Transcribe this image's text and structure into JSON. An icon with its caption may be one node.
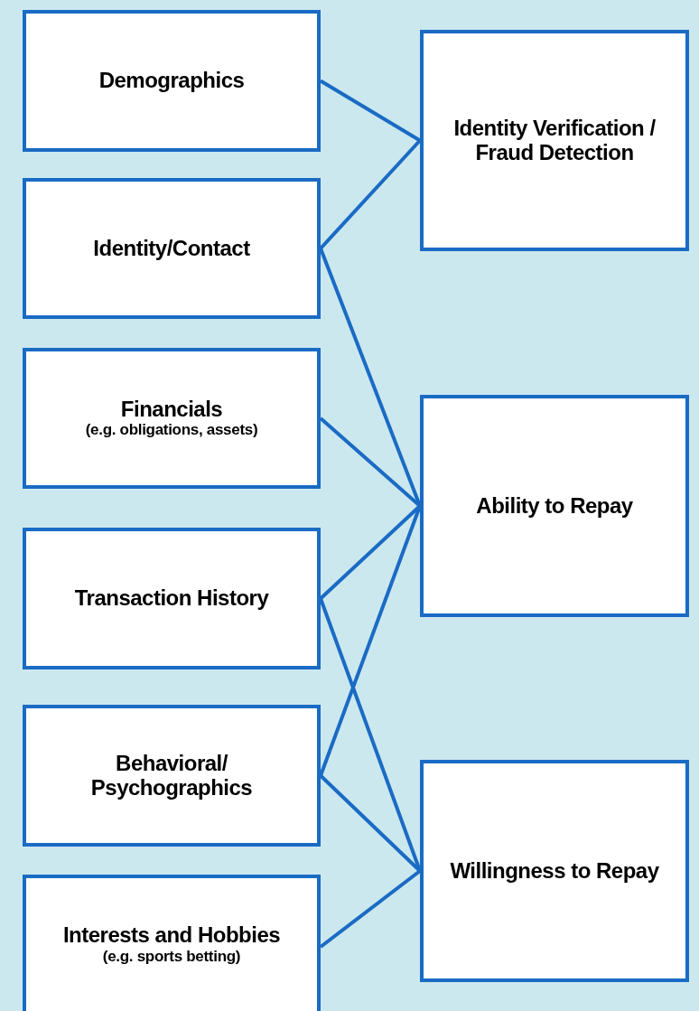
{
  "diagram": {
    "nodes": [
      {
        "text": [
          "Demographics"
        ]
      },
      {
        "text": [
          "Identity/Contact"
        ]
      },
      {
        "text": [
          "Financials",
          "(e.g. obligations, assets)"
        ]
      },
      {
        "text": [
          "Transaction History"
        ]
      },
      {
        "text": [
          "Behavioral/ Psychographics"
        ]
      },
      {
        "text": [
          "Interests and Hobbies",
          "(e.g. sports betting)"
        ]
      },
      {
        "text": [
          "Identity Verification / Fraud Detection"
        ]
      },
      {
        "text": [
          "Ability to Repay"
        ]
      },
      {
        "text": [
          "Willingness to Repay"
        ]
      }
    ],
    "edges": [
      {
        "from": 0,
        "to": 6,
        "arrow": "none"
      },
      {
        "from": 1,
        "to": 6,
        "arrow": "none"
      },
      {
        "from": 1,
        "to": 7,
        "arrow": "none"
      },
      {
        "from": 2,
        "to": 7,
        "arrow": "none"
      },
      {
        "from": 3,
        "to": 7,
        "arrow": "none"
      },
      {
        "from": 3,
        "to": 8,
        "arrow": "none"
      },
      {
        "from": 4,
        "to": 7,
        "arrow": "none"
      },
      {
        "from": 4,
        "to": 8,
        "arrow": "none"
      },
      {
        "from": 5,
        "to": 8,
        "arrow": "none"
      }
    ]
  }
}
